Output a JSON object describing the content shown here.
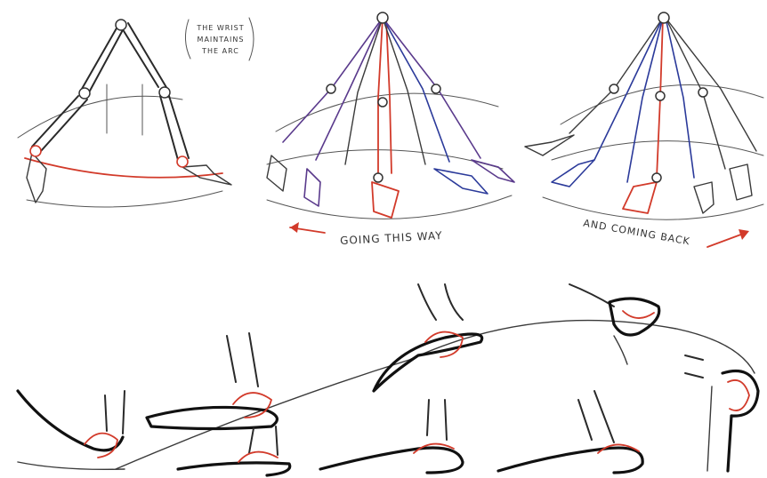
{
  "captions": {
    "note_line1": "THE WRIST",
    "note_line2": "MAINTAINS",
    "note_line3": "THE ARC",
    "going": "GOING THIS WAY",
    "coming": "AND COMING BACK"
  },
  "colors": {
    "ink": "#2a2a2a",
    "red": "#d23a2a",
    "purple": "#5a3a8c",
    "blue": "#2b3a9a"
  }
}
